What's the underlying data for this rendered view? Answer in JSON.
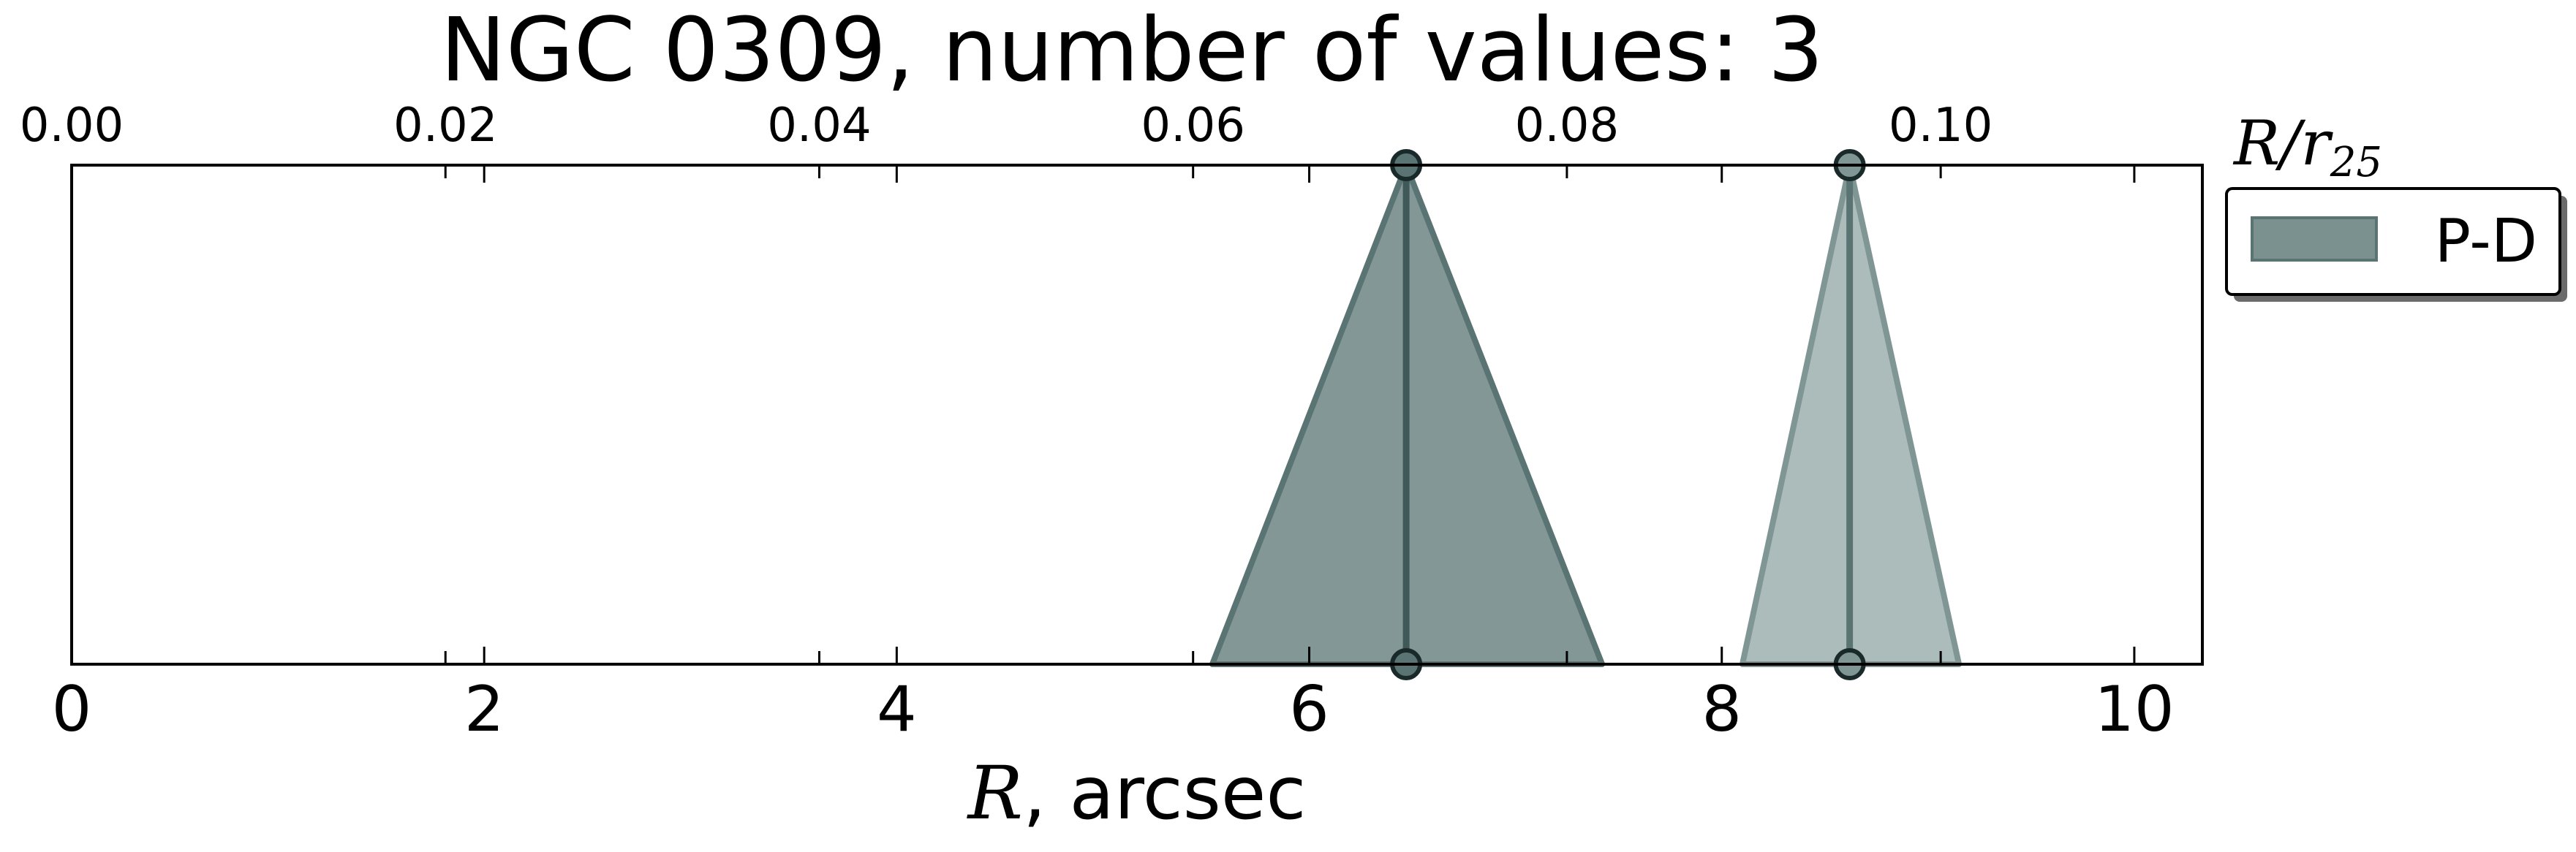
{
  "chart_data": {
    "type": "area",
    "title": "NGC 0309, number of values: 3",
    "xlabel": {
      "symbol": "R",
      "suffix": ", arcsec"
    },
    "top_axis_label": {
      "symbol": "R/r",
      "subscript": "25"
    },
    "xlim": [
      0,
      10.33
    ],
    "top_xlim": [
      0,
      0.114
    ],
    "ylim": [
      0,
      1
    ],
    "bottom_ticks": [
      "0",
      "2",
      "4",
      "6",
      "8",
      "10"
    ],
    "bottom_tick_values": [
      0,
      2,
      4,
      6,
      8,
      10
    ],
    "top_ticks": [
      "0.00",
      "0.02",
      "0.04",
      "0.06",
      "0.08",
      "0.10"
    ],
    "top_tick_values": [
      0.0,
      0.02,
      0.04,
      0.06,
      0.08,
      0.1
    ],
    "grid": false,
    "legend_position": "outside-right-top",
    "legend": [
      {
        "label": "P-D",
        "color": "#7b9190"
      }
    ],
    "series": [
      {
        "name": "P-D",
        "center": 6.47,
        "left": 5.53,
        "right": 7.42,
        "fill": "#7b9190",
        "opacity": 0.95,
        "edge": "#5a7473",
        "line": "#3f5958"
      },
      {
        "name": "P-D",
        "center": 8.62,
        "left": 8.1,
        "right": 9.15,
        "fill": "#a8b8b7",
        "opacity": 0.95,
        "edge": "#7f9695",
        "line": "#5a7473"
      }
    ]
  }
}
